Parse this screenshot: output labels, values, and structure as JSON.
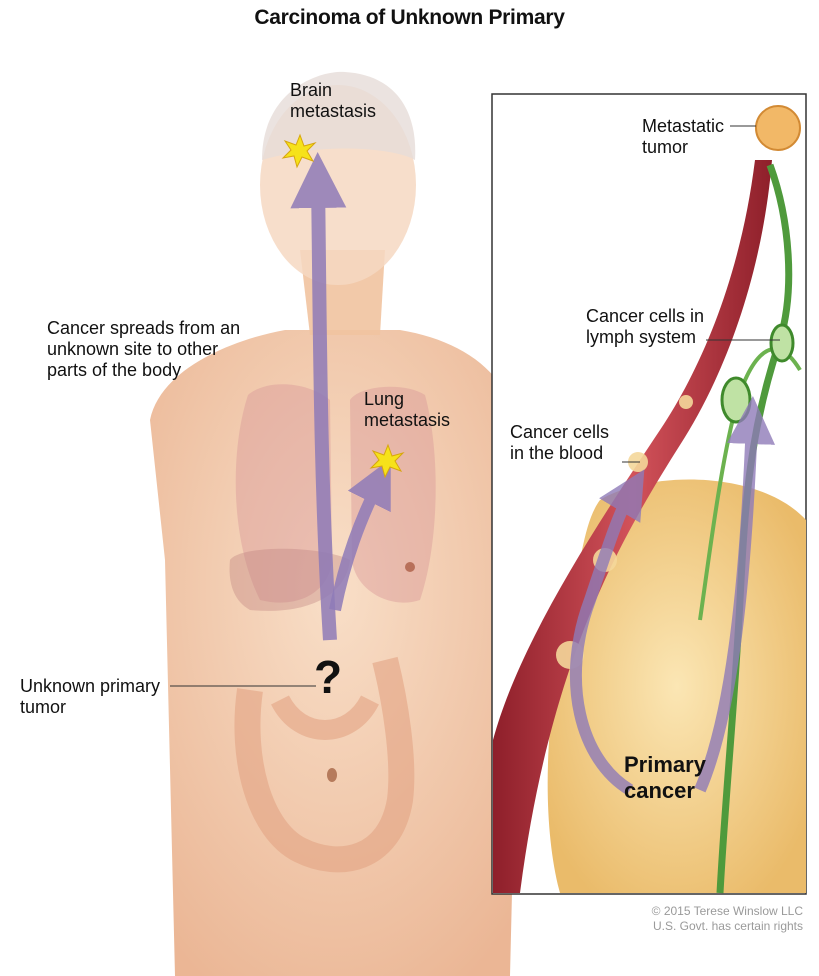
{
  "title": "Carcinoma of Unknown Primary",
  "labels": {
    "brain": [
      "Brain",
      "metastasis"
    ],
    "spread": [
      "Cancer spreads from an",
      "unknown site to other",
      "parts of the body"
    ],
    "lung": [
      "Lung",
      "metastasis"
    ],
    "unknown": [
      "Unknown primary",
      "tumor"
    ],
    "question_mark": "?",
    "metastatic": [
      "Metastatic",
      "tumor"
    ],
    "lymph": [
      "Cancer cells in",
      "lymph system"
    ],
    "blood": [
      "Cancer cells",
      "in the blood"
    ],
    "primary": [
      "Primary",
      "cancer"
    ]
  },
  "credit": [
    "© 2015 Terese Winslow LLC",
    "U.S. Govt. has certain rights"
  ],
  "colors": {
    "skin": "#f3c9a8",
    "arrow": "#8f7bb8",
    "vessel": "#b8323a",
    "lymph": "#4f9a3c",
    "tumor": "#f2cf8c",
    "star": "#f6e21a"
  }
}
